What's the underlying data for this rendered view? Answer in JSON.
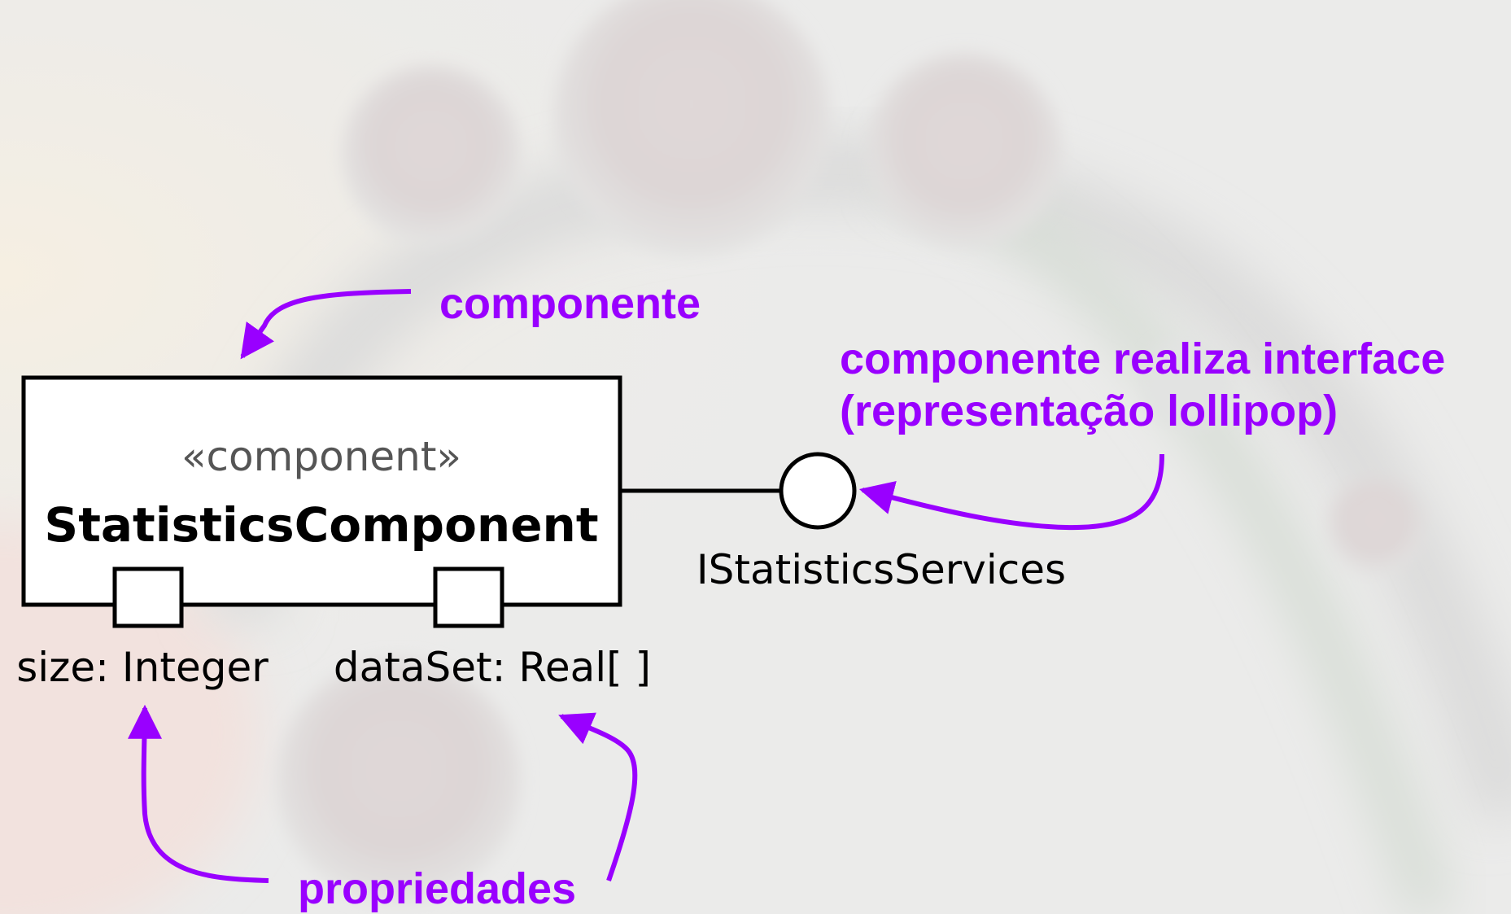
{
  "component": {
    "stereotype": "«component»",
    "name": "StatisticsComponent"
  },
  "ports": [
    {
      "label": "size: Integer"
    },
    {
      "label": "dataSet: Real[ ]"
    }
  ],
  "interface": {
    "name": "IStatisticsServices"
  },
  "annotations": {
    "component": "componente",
    "realizes_line1": "componente realiza interface",
    "realizes_line2": "(representação lollipop)",
    "properties": "propriedades"
  },
  "colors": {
    "annotation": "#9900ff",
    "background": "#ebebea",
    "uml_line": "#000000",
    "stereotype": "#555555"
  }
}
